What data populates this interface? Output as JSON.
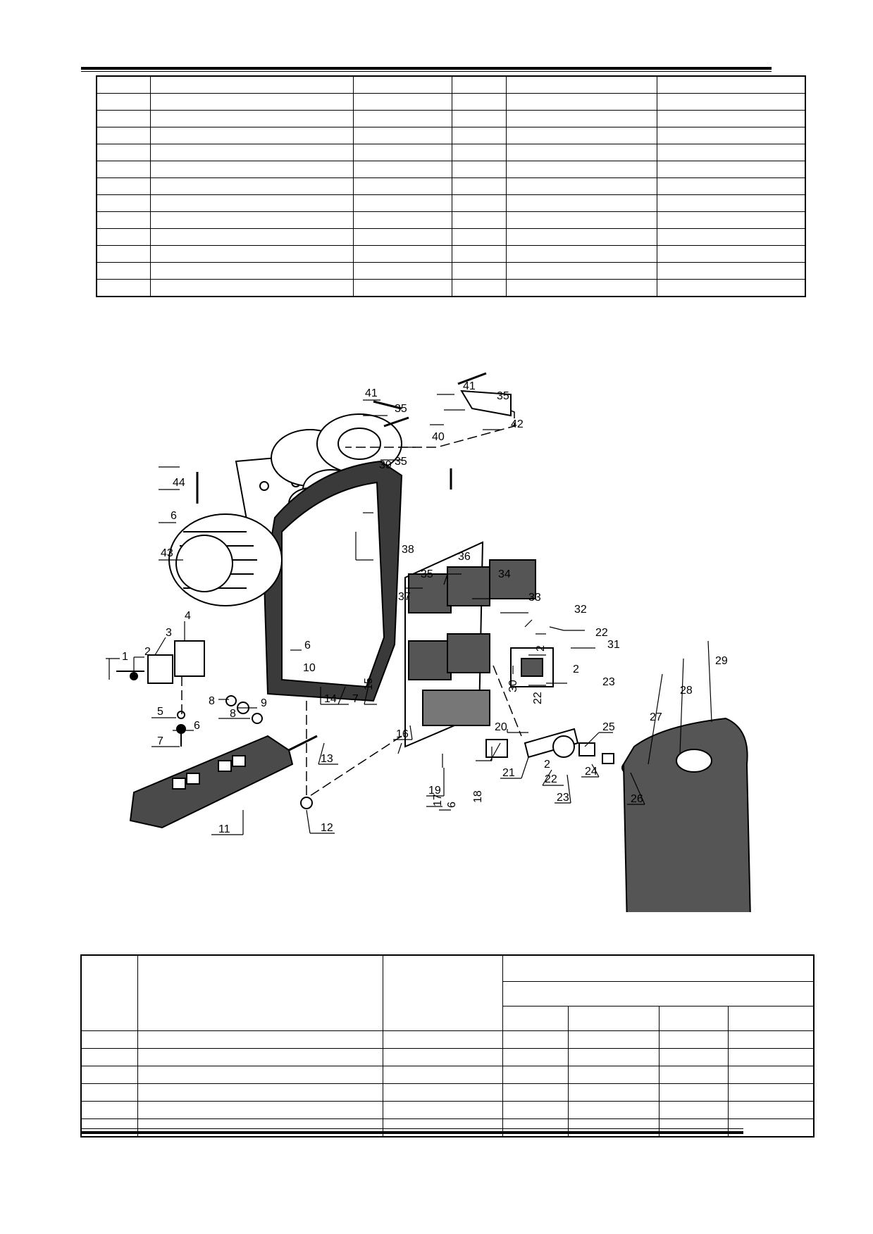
{
  "callouts": {
    "c1": "1",
    "c2": "2",
    "c3": "3",
    "c4": "4",
    "c5": "5",
    "c6": "6",
    "c7": "7",
    "c8": "8",
    "c9": "9",
    "c10": "10",
    "c11": "11",
    "c12": "12",
    "c13": "13",
    "c14": "14",
    "c15": "15",
    "c16": "16",
    "c17": "17",
    "c18": "18",
    "c19": "19",
    "c20": "20",
    "c21": "21",
    "c22": "22",
    "c23": "23",
    "c24": "24",
    "c25": "25",
    "c26": "26",
    "c27": "27",
    "c28": "28",
    "c29": "29",
    "c30": "30",
    "c31": "31",
    "c32": "32",
    "c33": "33",
    "c34": "34",
    "c35": "35",
    "c36": "36",
    "c37": "37",
    "c38": "38",
    "c39": "39",
    "c40": "40",
    "c41": "41",
    "c42": "42",
    "c43": "43",
    "c44": "44"
  },
  "top_table": {
    "rows": 13,
    "columns": 6
  },
  "bottom_table": {
    "header_rows": 3,
    "body_rows": 6,
    "columns": 7
  }
}
